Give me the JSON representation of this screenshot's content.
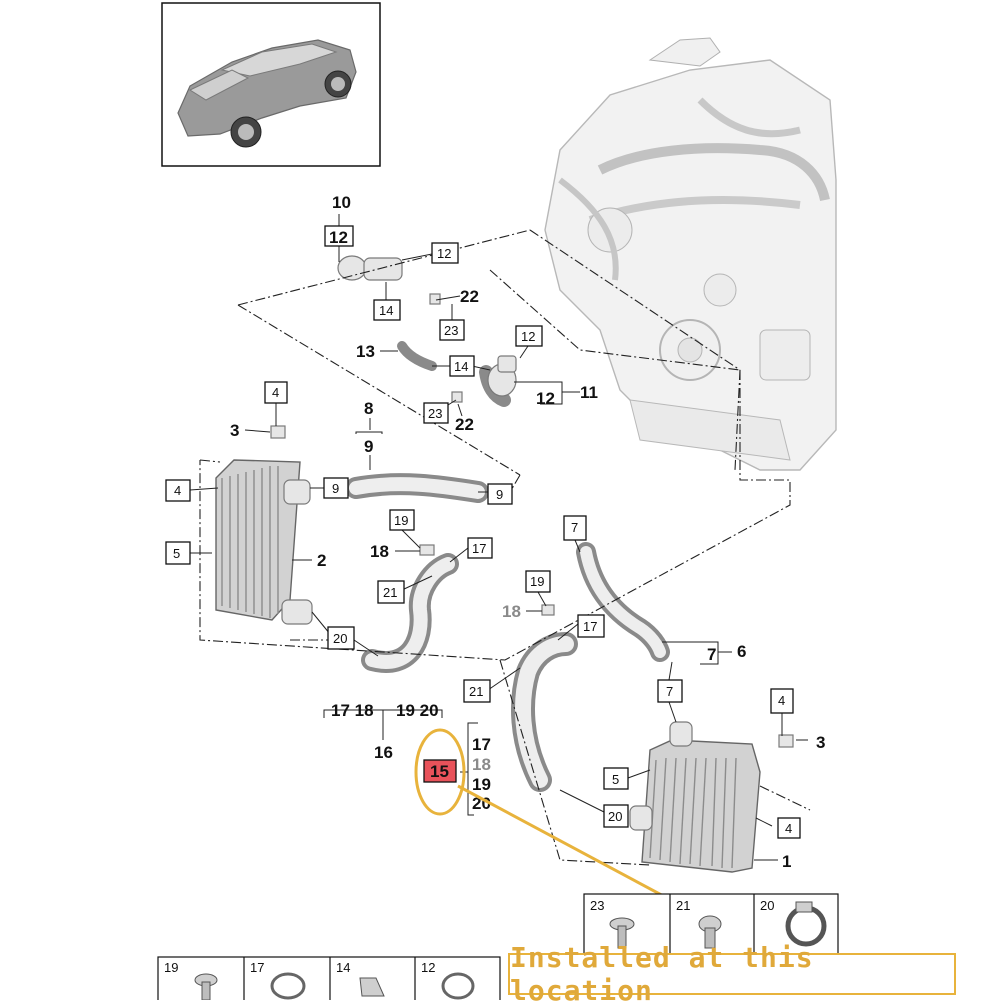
{
  "diagram": {
    "callouts": [
      {
        "text": "10"
      },
      {
        "text": "12"
      },
      {
        "text": "12"
      },
      {
        "text": "22"
      },
      {
        "text": "14"
      },
      {
        "text": "23"
      },
      {
        "text": "13"
      },
      {
        "text": "14"
      },
      {
        "text": "12"
      },
      {
        "text": "12"
      },
      {
        "text": "11"
      },
      {
        "text": "23"
      },
      {
        "text": "22"
      },
      {
        "text": "4"
      },
      {
        "text": "3"
      },
      {
        "text": "8"
      },
      {
        "text": "9"
      },
      {
        "text": "4"
      },
      {
        "text": "9"
      },
      {
        "text": "9"
      },
      {
        "text": "5"
      },
      {
        "text": "2"
      },
      {
        "text": "19"
      },
      {
        "text": "18"
      },
      {
        "text": "17"
      },
      {
        "text": "7"
      },
      {
        "text": "21"
      },
      {
        "text": "20"
      },
      {
        "text": "19"
      },
      {
        "text": "18"
      },
      {
        "text": "17"
      },
      {
        "text": "7"
      },
      {
        "text": "6"
      },
      {
        "text": "7"
      },
      {
        "text": "21"
      },
      {
        "text": "17 18"
      },
      {
        "text": "19 20"
      },
      {
        "text": "16"
      },
      {
        "text": "17"
      },
      {
        "text": "18"
      },
      {
        "text": "15"
      },
      {
        "text": "19"
      },
      {
        "text": "20"
      },
      {
        "text": "4"
      },
      {
        "text": "3"
      },
      {
        "text": "5"
      },
      {
        "text": "20"
      },
      {
        "text": "4"
      },
      {
        "text": "1"
      }
    ],
    "legend_top": [
      {
        "text": "23"
      },
      {
        "text": "21"
      },
      {
        "text": "20"
      }
    ],
    "legend_bottom": [
      {
        "text": "19"
      },
      {
        "text": "17"
      },
      {
        "text": "14"
      },
      {
        "text": "12"
      }
    ],
    "banner": "Installed at this location",
    "colors": {
      "highlight_fill": "#e8525a",
      "highlight_ring": "#e8b33c",
      "banner_text": "#e0a93a"
    }
  }
}
